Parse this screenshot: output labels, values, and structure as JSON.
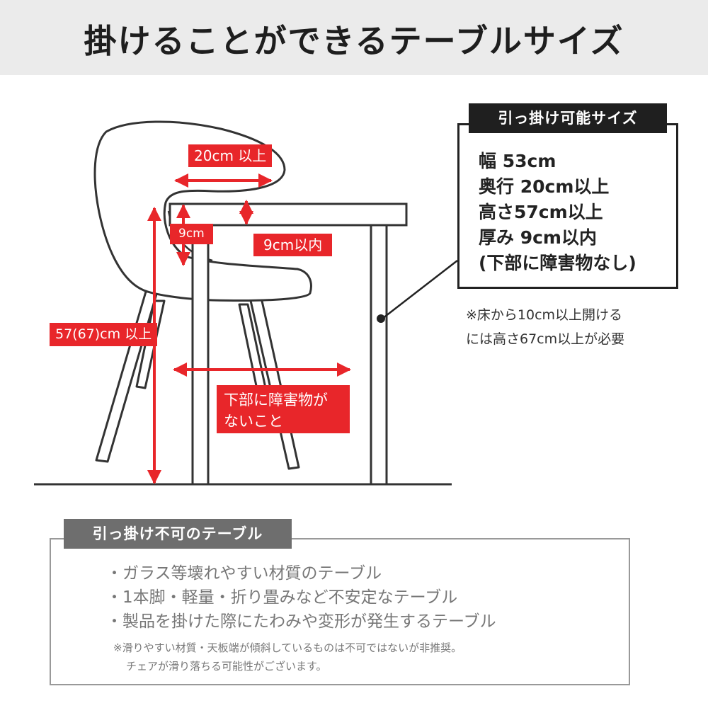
{
  "header": {
    "title": "掛けることができるテーブルサイズ"
  },
  "diagram": {
    "labels": {
      "top_width": "20cm 以上",
      "clip_height": "9cm",
      "thickness": "9cm以内",
      "height": "57(67)cm 以上",
      "no_obstacle_line1": "下部に障害物が",
      "no_obstacle_line2": "ないこと"
    }
  },
  "spec": {
    "tab_label": "引っ掛け可能サイズ",
    "lines": [
      "幅 53cm",
      "奥行 20cm以上",
      "高さ57cm以上",
      "厚み 9cm以内",
      "(下部に障害物なし)"
    ],
    "note_lines": [
      "※床から10cm以上開ける",
      "には高さ67cm以上が必要"
    ]
  },
  "ng": {
    "tab_label": "引っ掛け不可のテーブル",
    "items": [
      "・ガラス等壊れやすい材質のテーブル",
      "・1本脚・軽量・折り畳みなど不安定なテーブル",
      "・製品を掛けた際にたわみや変形が発生するテーブル"
    ],
    "note_lines": [
      "※滑りやすい材質・天板端が傾斜しているものは不可ではないが非推奨。",
      "チェアが滑り落ちる可能性がございます。"
    ]
  },
  "colors": {
    "accent_red": "#e8262a",
    "dark": "#1f1f1f",
    "gray_tab": "#6e6e6e"
  }
}
